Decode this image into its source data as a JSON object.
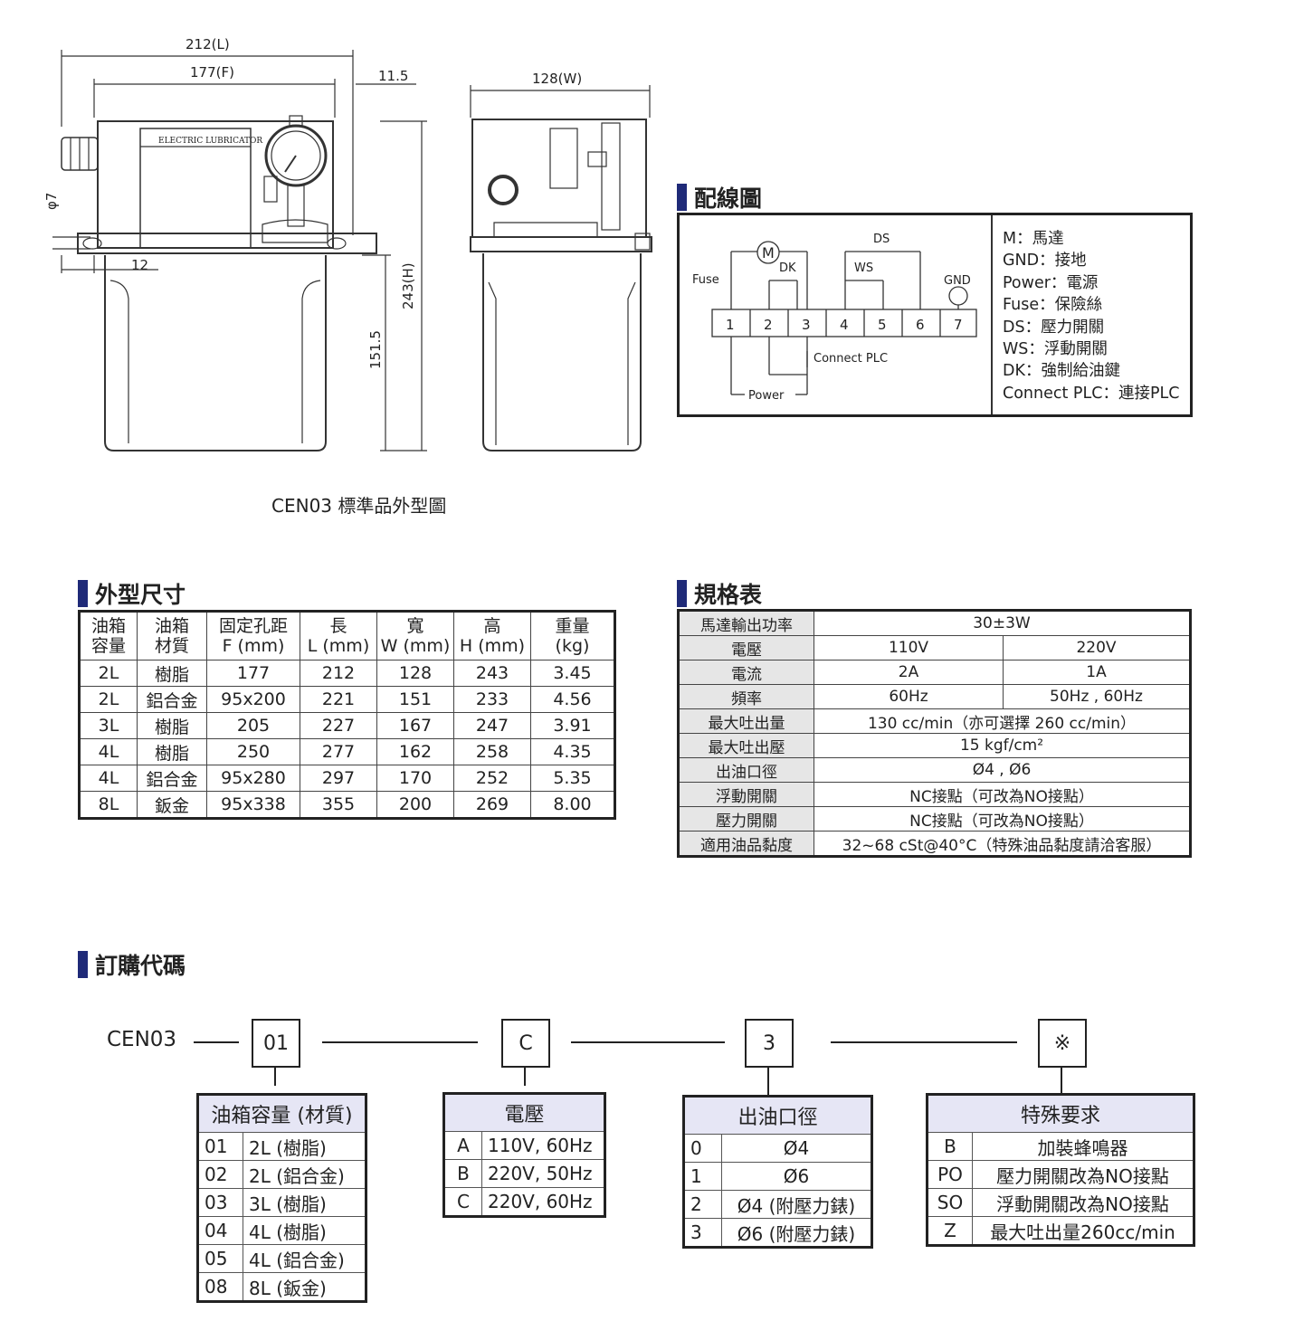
{
  "drawing": {
    "caption": "CEN03 標準品外型圖",
    "dim_212": "212(L)",
    "dim_177": "177(F)",
    "dim_11_5": "11.5",
    "dim_128": "128(W)",
    "dim_phi7": "φ7",
    "dim_12": "12",
    "dim_243": "243(H)",
    "dim_151_5": "151.5",
    "label_text": "ELECTRIC LUBRICATOR"
  },
  "wiring": {
    "title": "配線圖",
    "terminals": [
      "1",
      "2",
      "3",
      "4",
      "5",
      "6",
      "7"
    ],
    "labels": {
      "m": "M",
      "dk": "DK",
      "ds": "DS",
      "ws": "WS",
      "gnd": "GND",
      "fuse": "Fuse",
      "plc": "Connect PLC",
      "power": "Power"
    },
    "legend": [
      "M：馬達",
      "GND：接地",
      "Power：電源",
      "Fuse：保險絲",
      "DS：壓力開關",
      "WS：浮動開關",
      "DK：強制給油鍵",
      "Connect PLC：連接PLC"
    ]
  },
  "dimensions": {
    "title": "外型尺寸",
    "headers": [
      [
        "油箱",
        "容量"
      ],
      [
        "油箱",
        "材質"
      ],
      [
        "固定孔距",
        "F (mm)"
      ],
      [
        "長",
        "L (mm)"
      ],
      [
        "寬",
        "W (mm)"
      ],
      [
        "高",
        "H (mm)"
      ],
      [
        "重量",
        "(kg)"
      ]
    ],
    "rows": [
      [
        "2L",
        "樹脂",
        "177",
        "212",
        "128",
        "243",
        "3.45"
      ],
      [
        "2L",
        "鋁合金",
        "95x200",
        "221",
        "151",
        "233",
        "4.56"
      ],
      [
        "3L",
        "樹脂",
        "205",
        "227",
        "167",
        "247",
        "3.91"
      ],
      [
        "4L",
        "樹脂",
        "250",
        "277",
        "162",
        "258",
        "4.35"
      ],
      [
        "4L",
        "鋁合金",
        "95x280",
        "297",
        "170",
        "252",
        "5.35"
      ],
      [
        "8L",
        "鈑金",
        "95x338",
        "355",
        "200",
        "269",
        "8.00"
      ]
    ]
  },
  "spec": {
    "title": "規格表",
    "rows": [
      {
        "label": "馬達輸出功率",
        "v": [
          "30±3W"
        ]
      },
      {
        "label": "電壓",
        "v": [
          "110V",
          "220V"
        ]
      },
      {
        "label": "電流",
        "v": [
          "2A",
          "1A"
        ]
      },
      {
        "label": "頻率",
        "v": [
          "60Hz",
          "50Hz , 60Hz"
        ]
      },
      {
        "label": "最大吐出量",
        "v": [
          "130 cc/min（亦可選擇 260 cc/min）"
        ]
      },
      {
        "label": "最大吐出壓",
        "v": [
          "15 kgf/cm²"
        ]
      },
      {
        "label": "出油口徑",
        "v": [
          "Ø4 , Ø6"
        ]
      },
      {
        "label": "浮動開關",
        "v": [
          "NC接點（可改為NO接點）"
        ]
      },
      {
        "label": "壓力開關",
        "v": [
          "NC接點（可改為NO接點）"
        ]
      },
      {
        "label": "適用油品黏度",
        "v": [
          "32~68 cSt@40°C（特殊油品黏度請洽客服）"
        ]
      }
    ]
  },
  "order": {
    "title": "訂購代碼",
    "model": "CEN03",
    "codes": [
      "01",
      "C",
      "3",
      "※"
    ],
    "tank": {
      "head": "油箱容量 (材質)",
      "rows": [
        [
          "01",
          "2L (樹脂)"
        ],
        [
          "02",
          "2L (鋁合金)"
        ],
        [
          "03",
          "3L (樹脂)"
        ],
        [
          "04",
          "4L (樹脂)"
        ],
        [
          "05",
          "4L (鋁合金)"
        ],
        [
          "08",
          "8L (鈑金)"
        ]
      ]
    },
    "voltage": {
      "head": "電壓",
      "rows": [
        [
          "A",
          "110V, 60Hz"
        ],
        [
          "B",
          "220V, 50Hz"
        ],
        [
          "C",
          "220V, 60Hz"
        ]
      ]
    },
    "outlet": {
      "head": "出油口徑",
      "rows": [
        [
          "0",
          "Ø4"
        ],
        [
          "1",
          "Ø6"
        ],
        [
          "2",
          "Ø4 (附壓力錶)"
        ],
        [
          "3",
          "Ø6 (附壓力錶)"
        ]
      ]
    },
    "special": {
      "head": "特殊要求",
      "rows": [
        [
          "B",
          "加裝蜂鳴器"
        ],
        [
          "PO",
          "壓力開關改為NO接點"
        ],
        [
          "SO",
          "浮動開關改為NO接點"
        ],
        [
          "Z",
          "最大吐出量260cc/min"
        ]
      ]
    }
  }
}
